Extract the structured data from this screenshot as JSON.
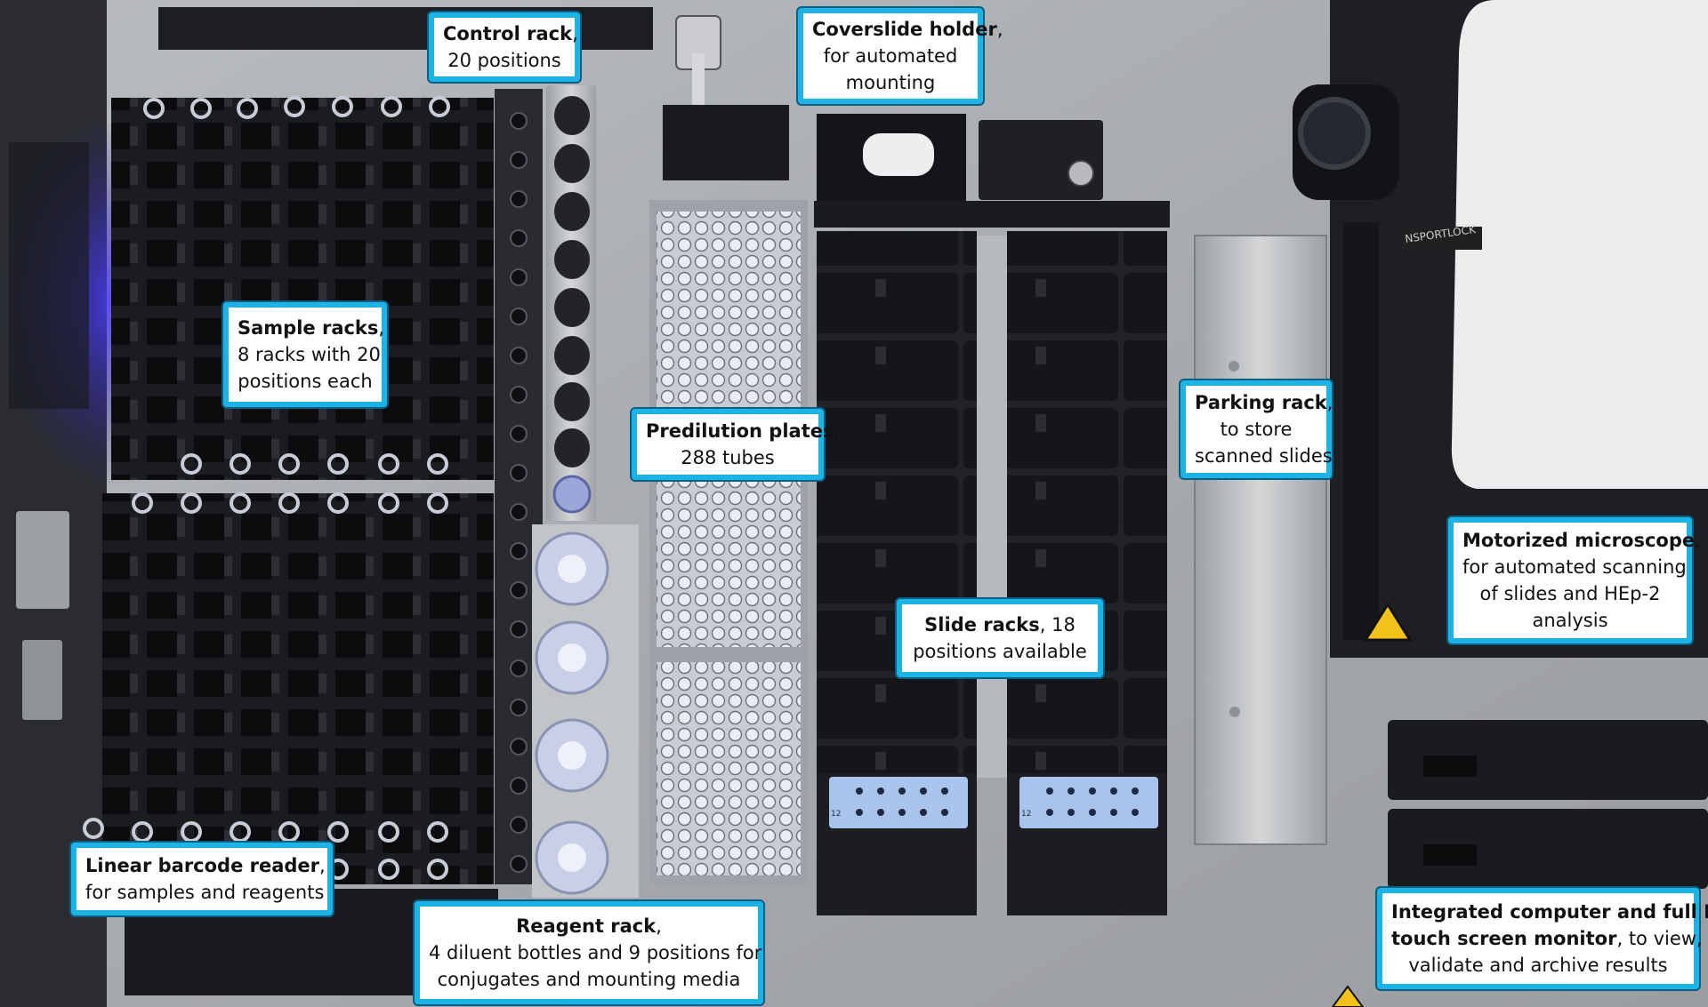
{
  "colors": {
    "label_border": "#1eb3e6",
    "label_background": "#ffffff",
    "accent_blue": "#3a32d8",
    "rack_black": "#16171a",
    "steel": "#b5b8bb"
  },
  "labels": {
    "control_rack": {
      "bold": "Control rack",
      "rest": ",",
      "line2": "20 positions"
    },
    "coverslide_holder": {
      "bold": "Coverslide holder",
      "rest": ",",
      "line2": "for automated",
      "line3": "mounting"
    },
    "sample_racks": {
      "bold": "Sample racks",
      "rest": ",",
      "line2": "8 racks with 20",
      "line3": "positions each"
    },
    "predilution_plates": {
      "bold": "Predilution plates",
      "rest": ",",
      "line2": "288 tubes"
    },
    "parking_rack": {
      "bold": "Parking rack",
      "rest": ",",
      "line2": "to store",
      "line3": "scanned slides"
    },
    "motorized_microscope": {
      "bold": "Motorized microscope",
      "rest": ",",
      "line2": "for automated scanning",
      "line3": "of slides and HEp-2",
      "line4": "analysis"
    },
    "slide_racks": {
      "bold": "Slide racks",
      "rest": ", 18",
      "line2": "positions available"
    },
    "linear_barcode_reader": {
      "bold": "Linear barcode reader",
      "rest": ",",
      "line2": "for samples and reagents"
    },
    "reagent_rack": {
      "bold": "Reagent rack",
      "rest": ",",
      "line2": "4 diluent bottles and 9 positions for",
      "line3": "conjugates and mounting media"
    },
    "integrated_computer": {
      "bold1": "Integrated computer and full HD",
      "bold2": "touch screen monitor",
      "rest2": ", to view,",
      "line3": "validate and archive results"
    }
  },
  "device_text": {
    "transport_lock": "NSPORTLOCK",
    "slide_numbers": "12"
  }
}
